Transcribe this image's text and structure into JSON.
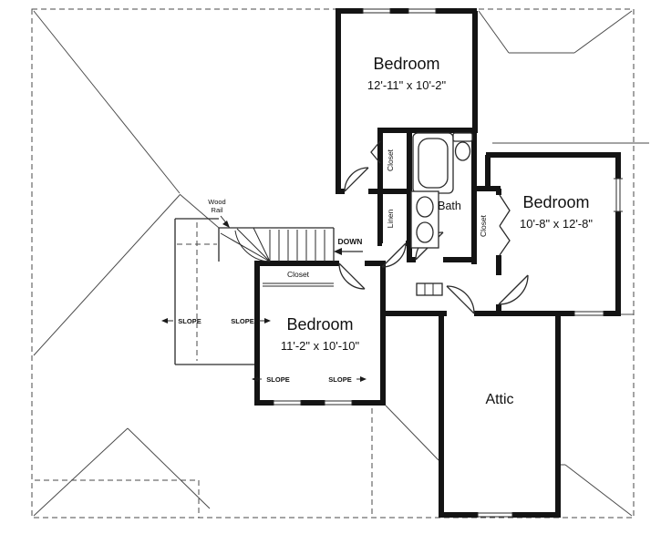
{
  "rooms": {
    "bedroom_top": {
      "name": "Bedroom",
      "dims": "12'-11\" x 10'-2\""
    },
    "bedroom_right": {
      "name": "Bedroom",
      "dims": "10'-8\" x 12'-8\""
    },
    "bedroom_left": {
      "name": "Bedroom",
      "dims": "11'-2\" x 10'-10\""
    },
    "bath": {
      "name": "Bath"
    },
    "attic": {
      "name": "Attic"
    }
  },
  "labels": {
    "closet": "Closet",
    "linen": "Linen",
    "down": "DOWN",
    "wood_rail_line1": "Wood",
    "wood_rail_line2": "Rail",
    "slope": "SLOPE"
  },
  "colors": {
    "ink": "#141414",
    "background": "#ffffff"
  }
}
